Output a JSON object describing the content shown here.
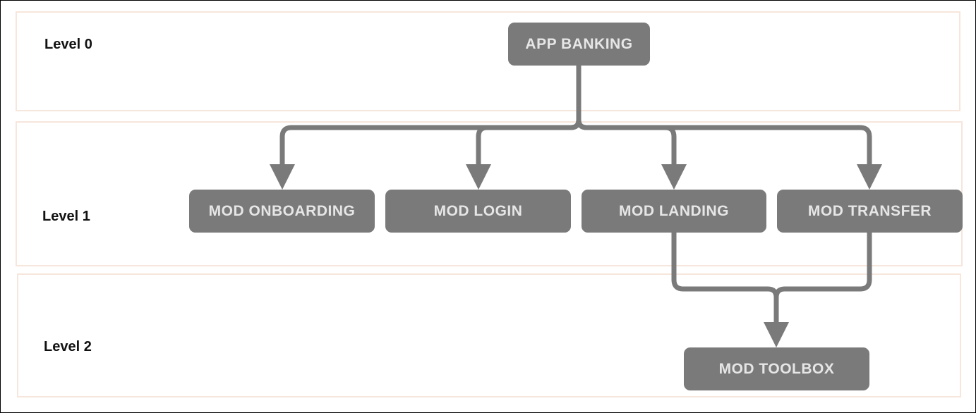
{
  "levels": [
    {
      "label": "Level 0"
    },
    {
      "label": "Level 1"
    },
    {
      "label": "Level 2"
    }
  ],
  "nodes": {
    "app_banking": "APP BANKING",
    "onboarding": "MOD ONBOARDING",
    "login": "MOD LOGIN",
    "landing": "MOD LANDING",
    "transfer": "MOD TRANSFER",
    "toolbox": "MOD TOOLBOX"
  },
  "edges": [
    {
      "from": "APP BANKING",
      "to": "MOD ONBOARDING"
    },
    {
      "from": "APP BANKING",
      "to": "MOD LOGIN"
    },
    {
      "from": "APP BANKING",
      "to": "MOD LANDING"
    },
    {
      "from": "APP BANKING",
      "to": "MOD TRANSFER"
    },
    {
      "from": "MOD LANDING",
      "to": "MOD TOOLBOX"
    },
    {
      "from": "MOD TRANSFER",
      "to": "MOD TOOLBOX"
    }
  ],
  "colors": {
    "node_fill": "#7a7a7a",
    "node_text": "#e6e6e6",
    "connector": "#7a7a7a",
    "band_border": "#f6e6dc"
  }
}
